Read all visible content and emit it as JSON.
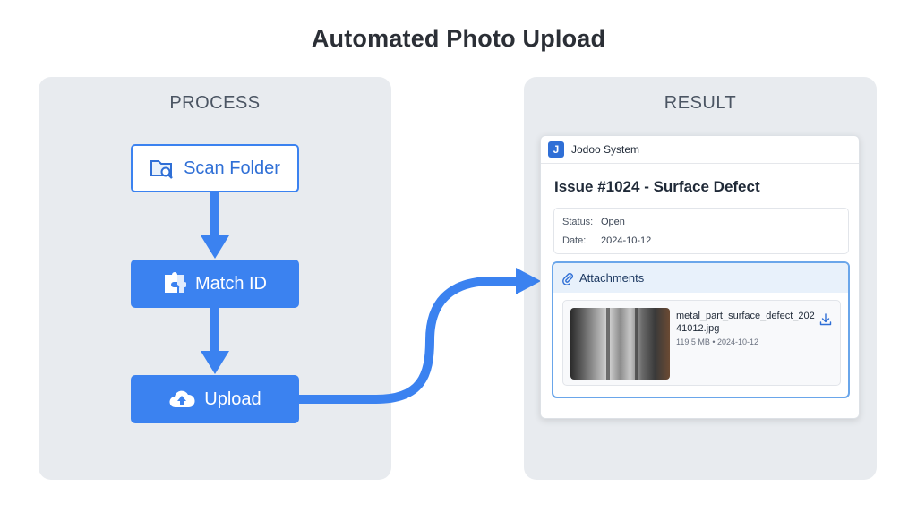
{
  "title": "Automated Photo Upload",
  "process": {
    "heading": "PROCESS",
    "steps": [
      {
        "label": "Scan Folder",
        "icon": "folder-search-icon"
      },
      {
        "label": "Match ID",
        "icon": "puzzle-icon"
      },
      {
        "label": "Upload",
        "icon": "cloud-upload-icon"
      }
    ]
  },
  "result": {
    "heading": "RESULT",
    "card": {
      "logo_letter": "J",
      "system_name": "Jodoo System",
      "issue_title": "Issue #1024 - Surface Defect",
      "status_label": "Status:",
      "status_value": "Open",
      "date_label": "Date:",
      "date_value": "2024-10-12",
      "attachments_label": "Attachments",
      "file": {
        "name": "metal_part_surface_defect_20241012.jpg",
        "meta": "119.5 MB • 2024-10-12"
      }
    }
  },
  "colors": {
    "accent": "#3b82f0",
    "panel": "#e8ebef",
    "attach_border": "#6aa6ea"
  }
}
